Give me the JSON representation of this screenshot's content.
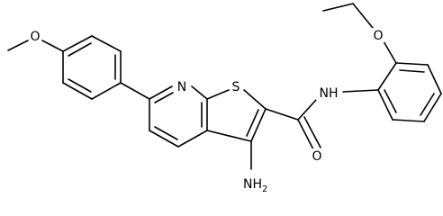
{
  "atoms": [
    {
      "id": "o_methoxy",
      "label": "O"
    },
    {
      "id": "n_pyridine",
      "label": "N"
    },
    {
      "id": "s_thiophene",
      "label": "S"
    },
    {
      "id": "nh_amide",
      "label": "NH"
    },
    {
      "id": "o_ethoxy",
      "label": "O"
    },
    {
      "id": "o_carbonyl",
      "label": "O"
    },
    {
      "id": "nh2_amino",
      "label": "NH2",
      "main": "NH",
      "sub": "2"
    }
  ],
  "colors": {
    "bond": "#000000",
    "background": "#ffffff"
  }
}
